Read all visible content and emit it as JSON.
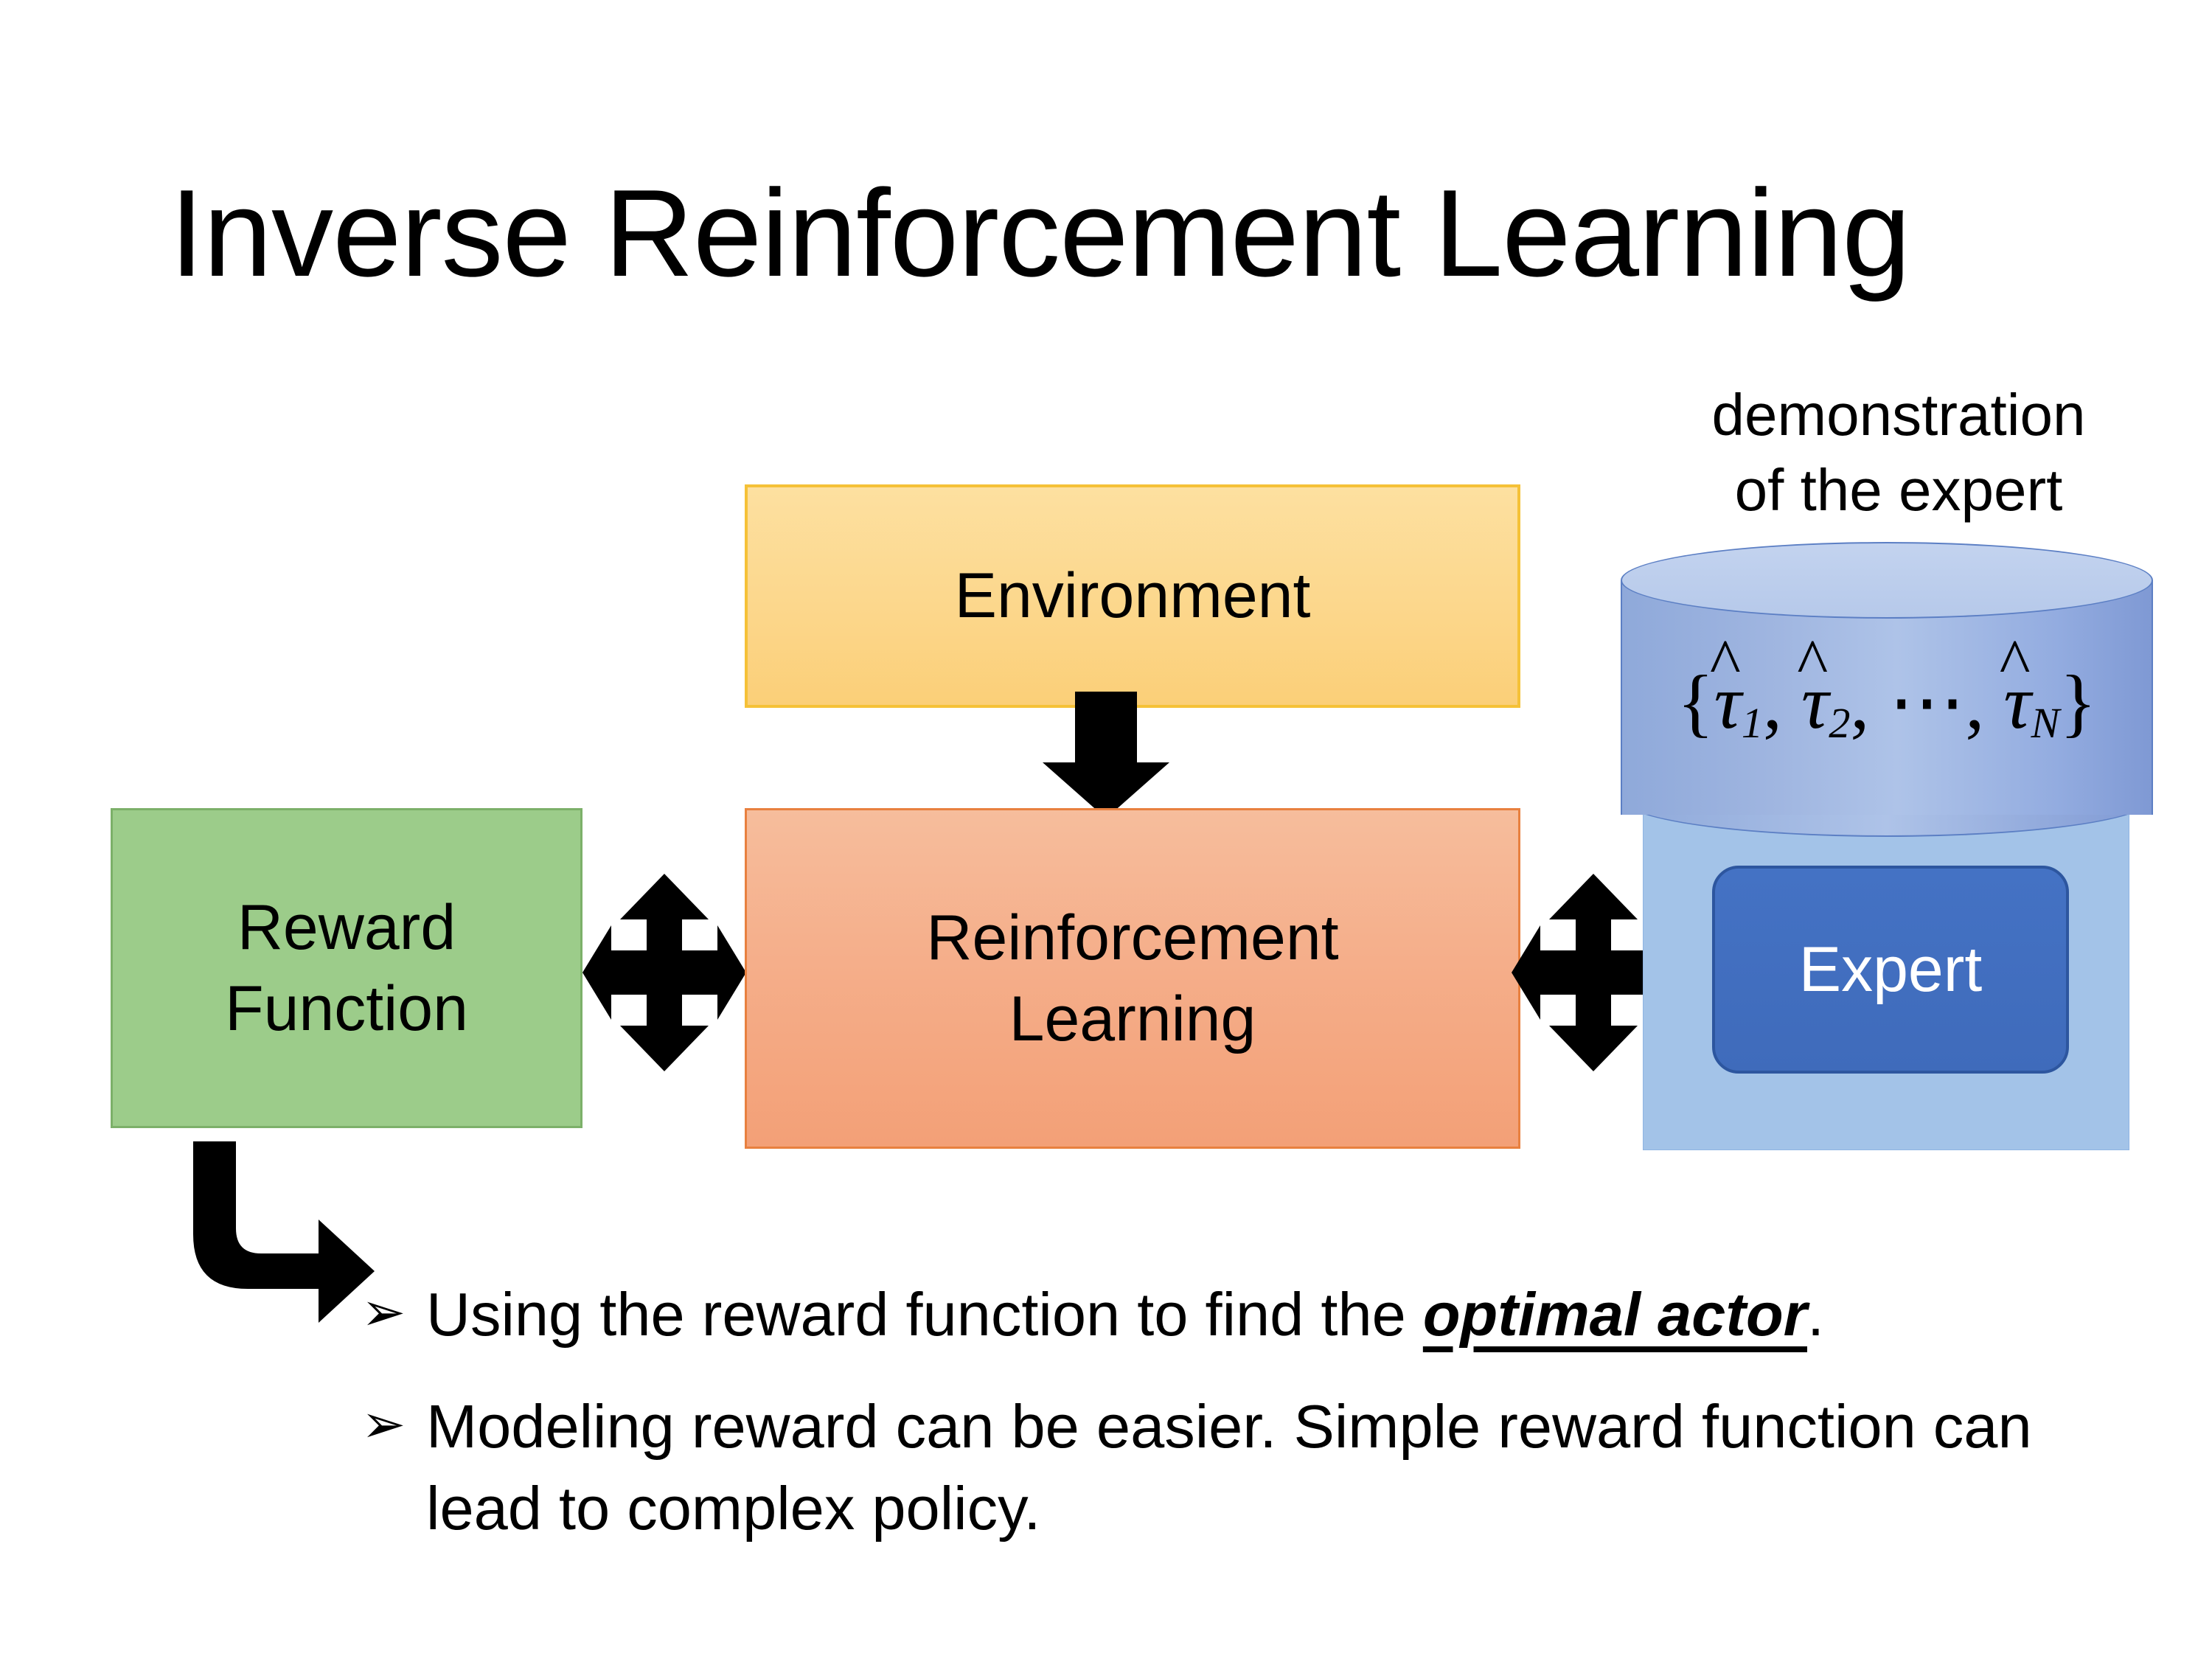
{
  "slide": {
    "title": "Inverse Reinforcement Learning",
    "background_color": "#ffffff"
  },
  "diagram": {
    "environment": {
      "label": "Environment",
      "fill_color": "#fcd78c",
      "border_color": "#f5c137"
    },
    "reward_function": {
      "label_line1": "Reward",
      "label_line2": "Function",
      "fill_color": "#9ccc8a",
      "border_color": "#7cb069"
    },
    "reinforcement_learning": {
      "label_line1": "Reinforcement",
      "label_line2": "Learning",
      "fill_color": "#f5ae8a",
      "border_color": "#e8803f"
    },
    "demonstration": {
      "caption_line1": "demonstration",
      "caption_line2": "of the expert",
      "cylinder_fill_color": "#9fb5e0",
      "cylinder_border_color": "#5c7fc4",
      "formula": {
        "open_brace": "{",
        "term1_symbol": "τ",
        "term1_hat": "^",
        "term1_index": "1",
        "separator1": ", ",
        "term2_symbol": "τ",
        "term2_hat": "^",
        "term2_index": "2",
        "separator2": ", ",
        "ellipsis": "⋯",
        "separator3": ", ",
        "termN_symbol": "τ",
        "termN_hat": "^",
        "termN_index": "N",
        "close_brace": "}",
        "plain": "{τ̂1, τ̂2, ⋯, τ̂N}"
      }
    },
    "expert": {
      "label": "Expert",
      "fill_color": "#4472c4",
      "border_color": "#2d569f",
      "text_color": "#ffffff",
      "panel_fill_color": "#a3c3e8"
    },
    "arrows": {
      "environment_to_rl": "down-arrow",
      "reward_rl_link": "quad-arrow",
      "rl_expert_link": "quad-arrow",
      "reward_to_bullets": "bent-arrow",
      "color": "#000000"
    }
  },
  "bullets": [
    {
      "marker": "➢",
      "text_before": "Using the reward function to find the ",
      "emphasis": "optimal actor",
      "text_after": "."
    },
    {
      "marker": "➢",
      "text_before": "Modeling reward can be easier. Simple reward function can lead to complex policy.",
      "emphasis": "",
      "text_after": ""
    }
  ]
}
